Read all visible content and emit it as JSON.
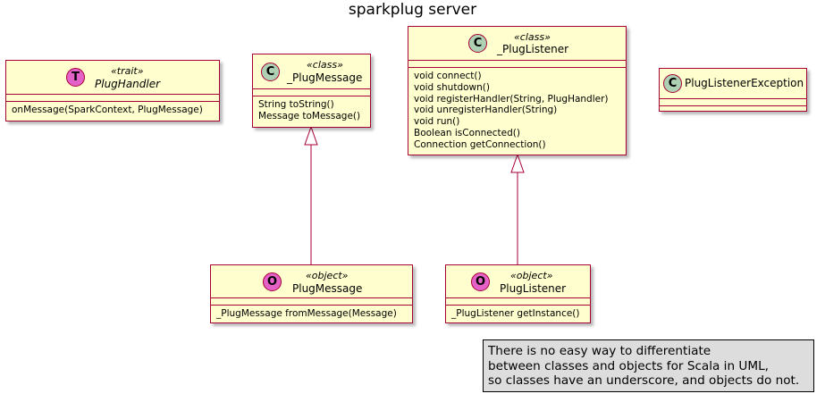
{
  "diagram": {
    "title": "sparkplug server",
    "classes": {
      "plug_handler": {
        "kind_letter": "T",
        "stereotype": "«trait»",
        "name": "PlugHandler",
        "methods": [
          "onMessage(SparkContext, PlugMessage)"
        ]
      },
      "plug_message_class": {
        "kind_letter": "C",
        "stereotype": "«class»",
        "name": "_PlugMessage",
        "methods": [
          "String toString()",
          "Message toMessage()"
        ]
      },
      "plug_listener_class": {
        "kind_letter": "C",
        "stereotype": "«class»",
        "name": "_PlugListener",
        "methods": [
          "void connect()",
          "void shutdown()",
          "void registerHandler(String, PlugHandler)",
          "void unregisterHandler(String)",
          "void run()",
          "Boolean isConnected()",
          "Connection getConnection()"
        ]
      },
      "plug_listener_exception": {
        "kind_letter": "C",
        "name": "PlugListenerException"
      },
      "plug_message_object": {
        "kind_letter": "O",
        "stereotype": "«object»",
        "name": "PlugMessage",
        "methods": [
          "_PlugMessage fromMessage(Message)"
        ]
      },
      "plug_listener_object": {
        "kind_letter": "O",
        "stereotype": "«object»",
        "name": "PlugListener",
        "methods": [
          "_PlugListener getInstance()"
        ]
      }
    },
    "relations": [
      {
        "from": "PlugMessage",
        "to": "_PlugMessage",
        "type": "extends"
      },
      {
        "from": "PlugListener",
        "to": "_PlugListener",
        "type": "extends"
      }
    ],
    "note": {
      "lines": [
        "There is no easy way to differentiate",
        "between classes and objects for Scala in UML,",
        "so classes have an underscore, and objects do not."
      ]
    },
    "colors": {
      "class_fill": "#FEFECE",
      "border": "#A80036",
      "class_circle": "#ADD1B2",
      "trait_object_circle": "#E462C7",
      "note_fill": "#DDDDDD"
    }
  }
}
